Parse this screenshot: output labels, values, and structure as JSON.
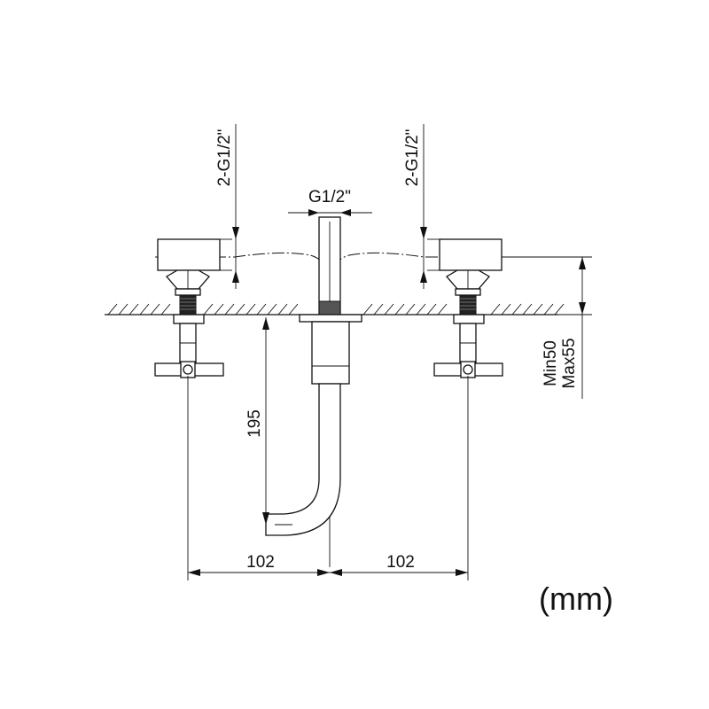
{
  "dimensions": {
    "left_thread": "2-G1/2\"",
    "right_thread": "2-G1/2\"",
    "spout_thread": "G1/2\"",
    "depth": "195",
    "spacing_left": "102",
    "spacing_right": "102",
    "deck_min": "Min50",
    "deck_max": "Max55"
  },
  "units": "(mm)"
}
